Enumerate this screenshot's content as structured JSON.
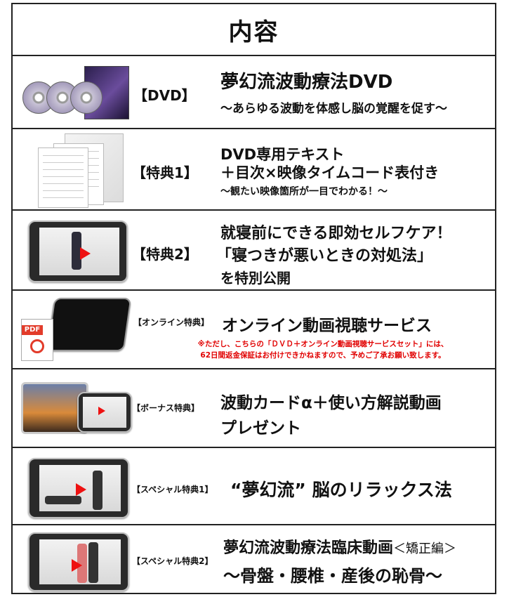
{
  "header": {
    "title": "内容"
  },
  "rows": [
    {
      "tag": "【DVD】",
      "line1": "夢幻流波動療法DVD",
      "line2": "～あらゆる波動を体感し脳の覚醒を促す～"
    },
    {
      "tag": "【特典1】",
      "line1": "DVD専用テキスト",
      "line2": "＋目次×映像タイムコード表付き",
      "line3": "～観たい映像箇所が一目でわかる！～"
    },
    {
      "tag": "【特典2】",
      "line1": "就寝前にできる即効セルフケア！",
      "line2": "「寝つきが悪いときの対処法」",
      "line3": "を特別公開"
    },
    {
      "tag": "【オンライン特典】",
      "line1": "オンライン動画視聴サービス",
      "note1": "※ただし、こちらの「ＤＶＤ＋オンライン動画視聴サービスセット」には、",
      "note2": "62日間返金保証はお付けできかねますので、予めご了承お願い致します。",
      "pdf_label": "PDF"
    },
    {
      "tag": "【ボーナス特典】",
      "line1": "波動カードα＋使い方解説動画",
      "line2": "プレゼント"
    },
    {
      "tag": "【スペシャル特典1】",
      "line1": "“夢幻流” 脳のリラックス法"
    },
    {
      "tag": "【スペシャル特典2】",
      "line1": "夢幻流波動療法臨床動画",
      "line1_suffix": "＜矯正編＞",
      "line2": "～骨盤・腰椎・産後の恥骨～"
    }
  ],
  "colors": {
    "border": "#222222",
    "note": "#e10000",
    "play": "#ee1111"
  }
}
